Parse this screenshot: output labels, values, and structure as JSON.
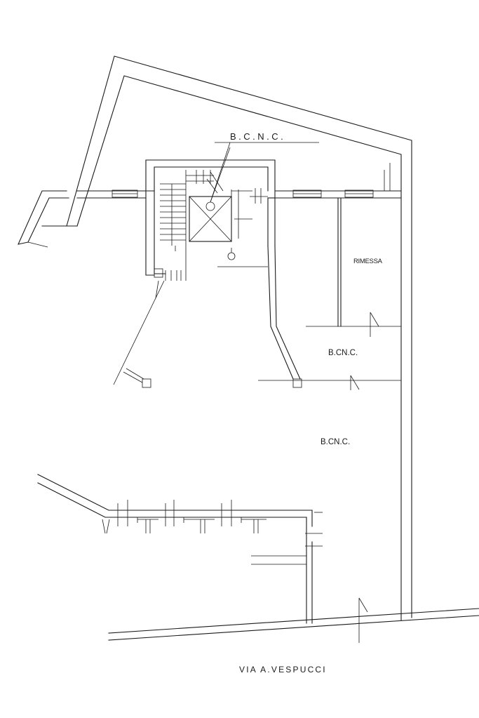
{
  "labels": {
    "bcnc_top": "B.C.N.C.",
    "rimessa": "RIMESSA",
    "bcnc_right": "B.CN.C.",
    "bcnc_center": "B.CN.C.",
    "street": "VIA A.VESPUCCI"
  }
}
